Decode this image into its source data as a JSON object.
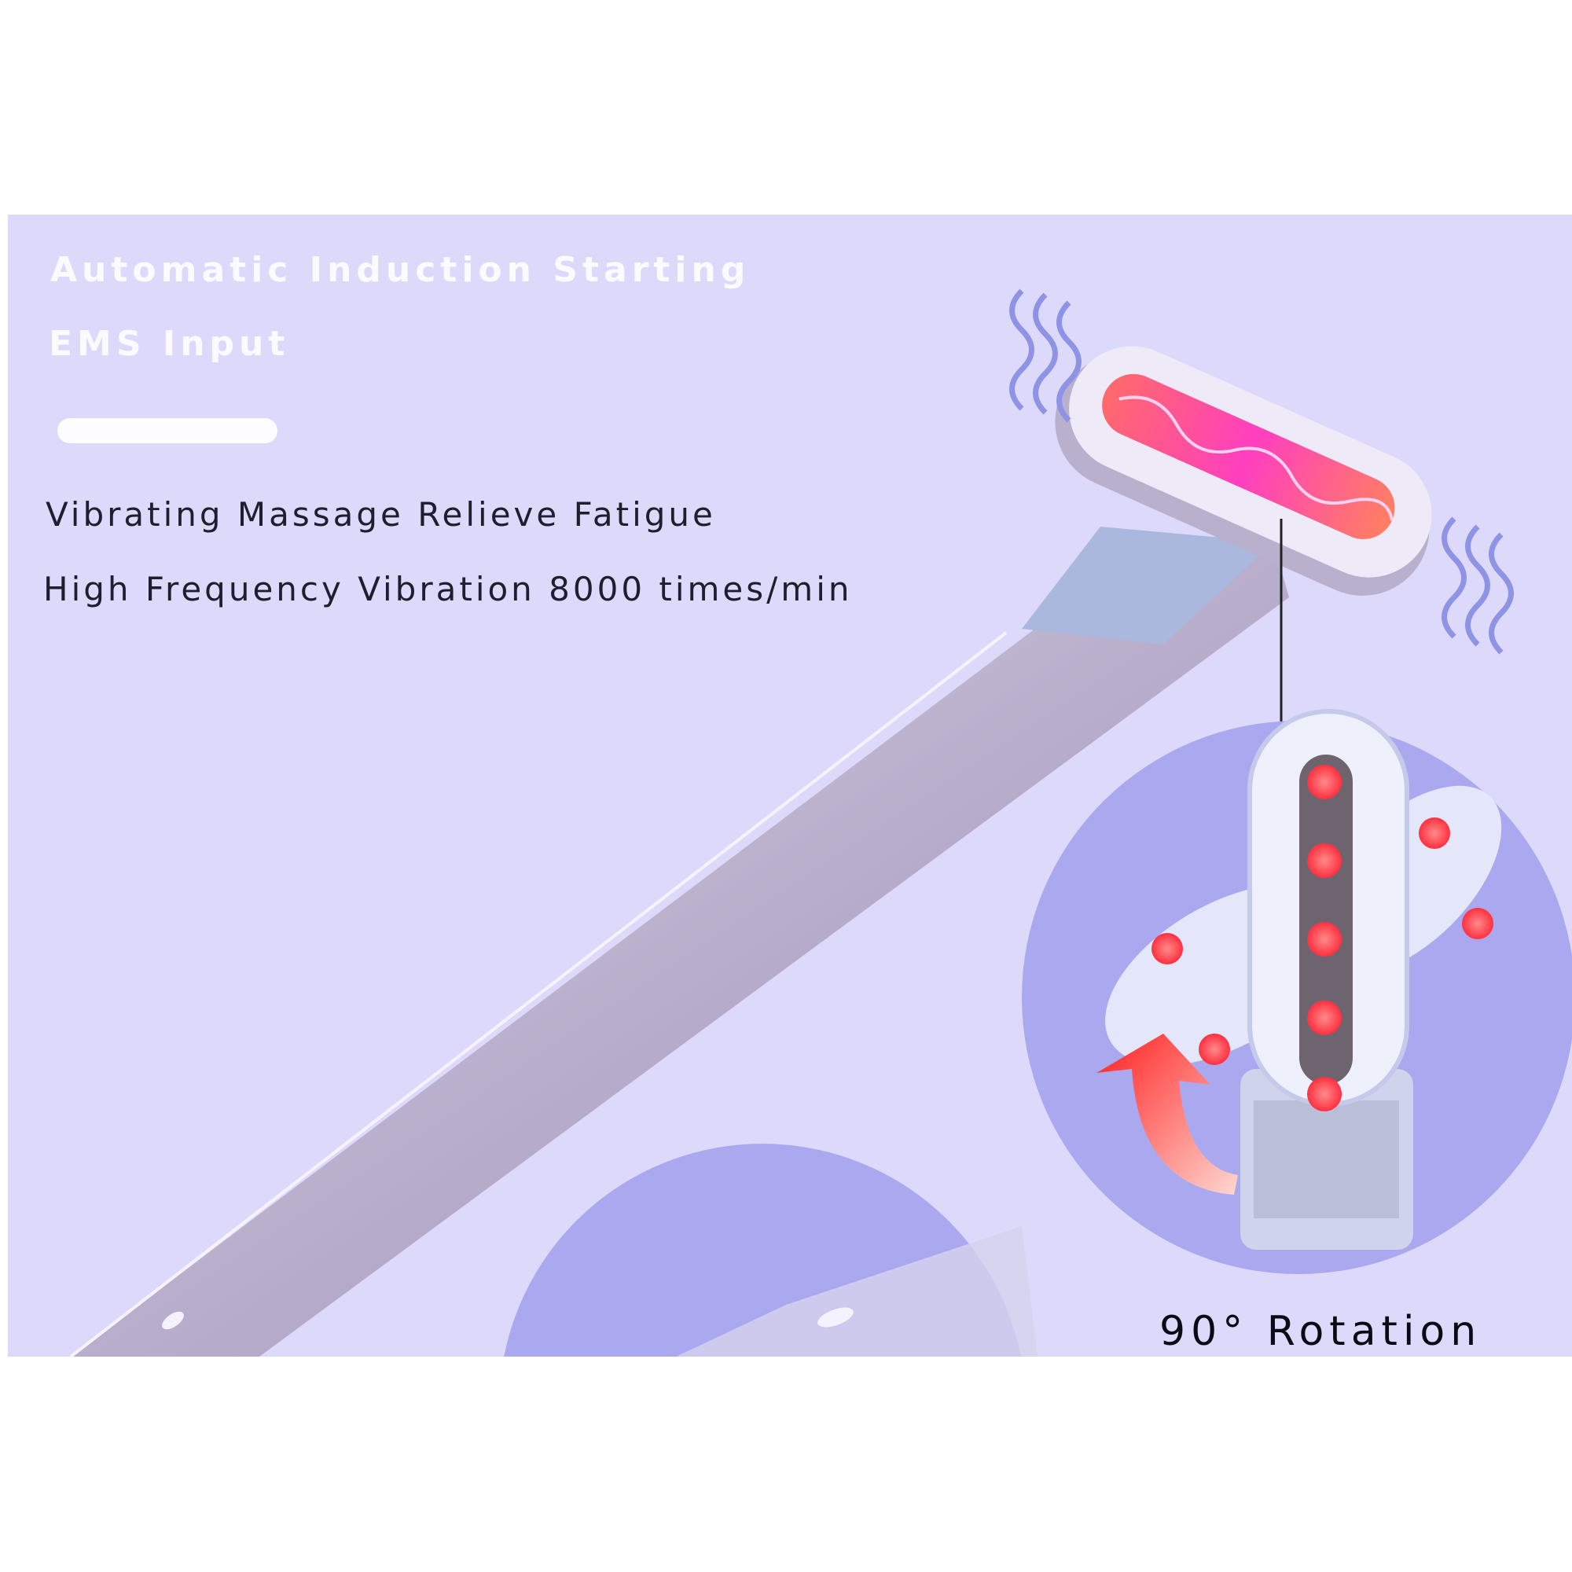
{
  "headline": {
    "line1": "Automatic Induction Starting",
    "line2": "EMS Input"
  },
  "features": {
    "line1": "Vibrating Massage  Relieve Fatigue",
    "line2": "High Frequency Vibration 8000 times/min"
  },
  "rotation_label": "90° Rotation",
  "colors": {
    "panel_background": "#dcd9fa",
    "circle_accent": "#aaa8ee",
    "led_red": "#ff4a55",
    "ems_pink": "#ff3fb0",
    "arrow_red": "#ff2a2a"
  }
}
